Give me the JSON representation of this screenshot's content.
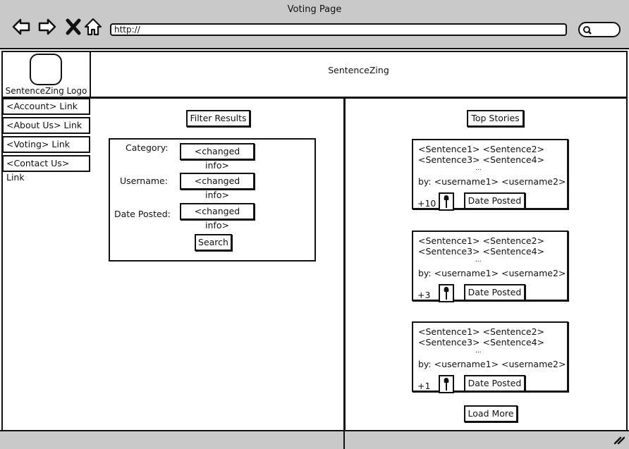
{
  "window": {
    "title": "Voting Page",
    "url": "http://"
  },
  "header": {
    "logo_label": "SentenceZing Logo",
    "site_name": "SentenceZing"
  },
  "sidebar": {
    "items": [
      {
        "label": "<Account> Link"
      },
      {
        "label": "<About Us> Link"
      },
      {
        "label": "<Voting> Link"
      },
      {
        "label": "<Contact Us> Link"
      }
    ]
  },
  "filter": {
    "title": "Filter Results",
    "fields": [
      {
        "label": "Category:",
        "value": "<changed info>"
      },
      {
        "label": "Username:",
        "value": "<changed info>"
      },
      {
        "label": "Date Posted:",
        "value": "<changed info>"
      }
    ],
    "search_label": "Search"
  },
  "stories": {
    "title": "Top Stories",
    "items": [
      {
        "line1": "<Sentence1> <Sentence2>",
        "line2": "<Sentence3> <Sentence4>",
        "ellipsis": "...",
        "by": "by: <username1>  <username2>",
        "score": "+10",
        "date_label": "Date Posted"
      },
      {
        "line1": "<Sentence1> <Sentence2>",
        "line2": "<Sentence3> <Sentence4>",
        "ellipsis": "...",
        "by": "by: <username1>  <username2>",
        "score": "+3",
        "date_label": "Date Posted"
      },
      {
        "line1": "<Sentence1> <Sentence2>",
        "line2": "<Sentence3> <Sentence4>",
        "ellipsis": "...",
        "by": "by: <username1>  <username2>",
        "score": "+1",
        "date_label": "Date Posted"
      }
    ],
    "load_more_label": "Load More"
  },
  "icons": {
    "back": "back-arrow-icon",
    "forward": "forward-arrow-icon",
    "stop": "close-icon",
    "home": "home-icon",
    "search": "search-icon",
    "vote": "thumb-up-icon",
    "resize": "resize-grip-icon"
  }
}
